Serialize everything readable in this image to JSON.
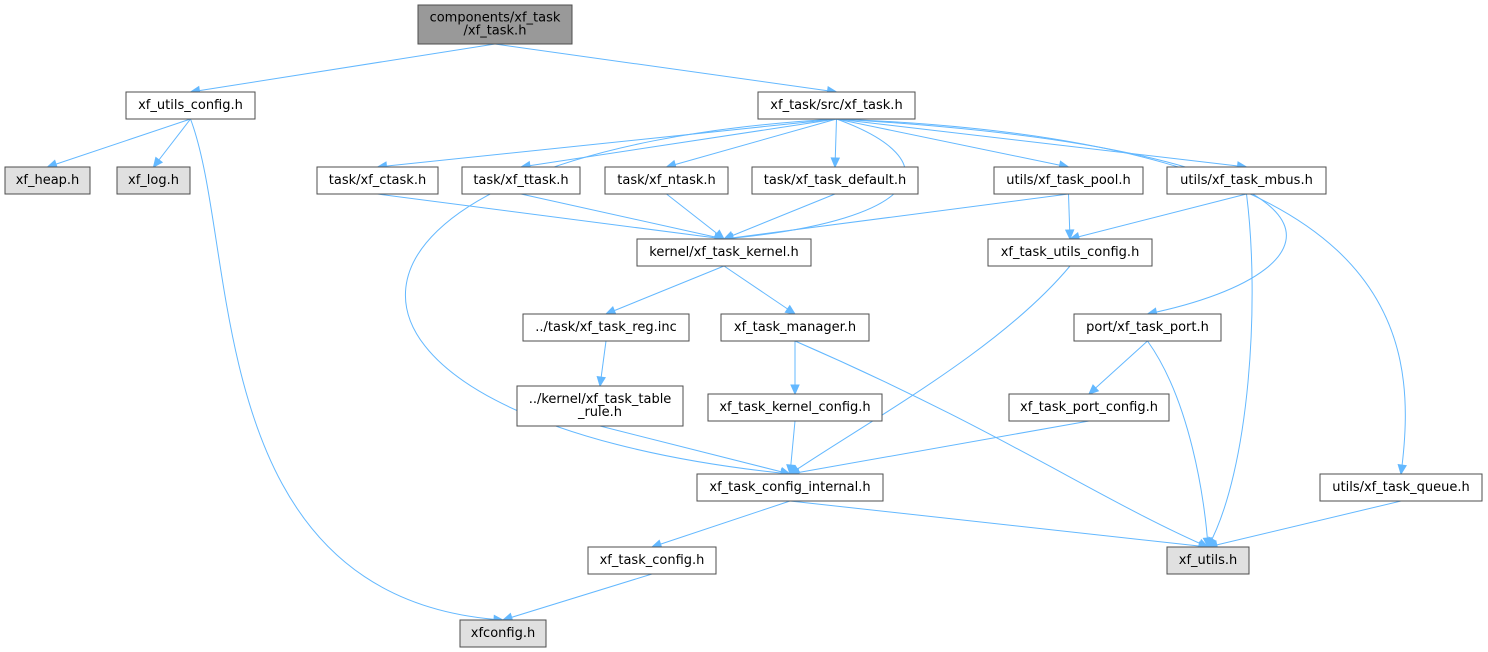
{
  "colors": {
    "edge": "#63b8ff",
    "node_border": "#4d4d4d",
    "node_fill": "#ffffff",
    "root_fill": "#999999",
    "external_fill": "#e0e0e0"
  },
  "nodes": {
    "root": {
      "lines": [
        "components/xf_task",
        "/xf_task.h"
      ],
      "style": "root"
    },
    "utilscfg": {
      "lines": [
        "xf_utils_config.h"
      ],
      "style": "normal"
    },
    "src": {
      "lines": [
        "xf_task/src/xf_task.h"
      ],
      "style": "normal"
    },
    "heap": {
      "lines": [
        "xf_heap.h"
      ],
      "style": "external"
    },
    "log": {
      "lines": [
        "xf_log.h"
      ],
      "style": "external"
    },
    "ctask": {
      "lines": [
        "task/xf_ctask.h"
      ],
      "style": "normal"
    },
    "ttask": {
      "lines": [
        "task/xf_ttask.h"
      ],
      "style": "normal"
    },
    "ntask": {
      "lines": [
        "task/xf_ntask.h"
      ],
      "style": "normal"
    },
    "tdefault": {
      "lines": [
        "task/xf_task_default.h"
      ],
      "style": "normal"
    },
    "pool": {
      "lines": [
        "utils/xf_task_pool.h"
      ],
      "style": "normal"
    },
    "mbus": {
      "lines": [
        "utils/xf_task_mbus.h"
      ],
      "style": "normal"
    },
    "kernel": {
      "lines": [
        "kernel/xf_task_kernel.h"
      ],
      "style": "normal"
    },
    "tucfg": {
      "lines": [
        "xf_task_utils_config.h"
      ],
      "style": "normal"
    },
    "reg": {
      "lines": [
        "../task/xf_task_reg.inc"
      ],
      "style": "normal"
    },
    "manager": {
      "lines": [
        "xf_task_manager.h"
      ],
      "style": "normal"
    },
    "port": {
      "lines": [
        "port/xf_task_port.h"
      ],
      "style": "normal"
    },
    "table": {
      "lines": [
        "../kernel/xf_task_table",
        "_rule.h"
      ],
      "style": "normal"
    },
    "kcfg": {
      "lines": [
        "xf_task_kernel_config.h"
      ],
      "style": "normal"
    },
    "portcfg": {
      "lines": [
        "xf_task_port_config.h"
      ],
      "style": "normal"
    },
    "cfginternal": {
      "lines": [
        "xf_task_config_internal.h"
      ],
      "style": "normal"
    },
    "queue": {
      "lines": [
        "utils/xf_task_queue.h"
      ],
      "style": "normal"
    },
    "utils": {
      "lines": [
        "xf_utils.h"
      ],
      "style": "external"
    },
    "taskcfg": {
      "lines": [
        "xf_task_config.h"
      ],
      "style": "normal"
    },
    "xfconfig": {
      "lines": [
        "xfconfig.h"
      ],
      "style": "external"
    }
  },
  "edges": [
    [
      "root",
      "utilscfg"
    ],
    [
      "root",
      "src"
    ],
    [
      "utilscfg",
      "heap"
    ],
    [
      "utilscfg",
      "log"
    ],
    [
      "utilscfg",
      "xfconfig"
    ],
    [
      "src",
      "ctask"
    ],
    [
      "src",
      "ttask"
    ],
    [
      "src",
      "ntask"
    ],
    [
      "src",
      "tdefault"
    ],
    [
      "src",
      "kernel"
    ],
    [
      "src",
      "pool"
    ],
    [
      "src",
      "mbus"
    ],
    [
      "src",
      "port"
    ],
    [
      "src",
      "queue"
    ],
    [
      "src",
      "cfginternal"
    ],
    [
      "ctask",
      "kernel"
    ],
    [
      "ttask",
      "kernel"
    ],
    [
      "ntask",
      "kernel"
    ],
    [
      "tdefault",
      "kernel"
    ],
    [
      "pool",
      "kernel"
    ],
    [
      "pool",
      "tucfg"
    ],
    [
      "mbus",
      "tucfg"
    ],
    [
      "mbus",
      "utils"
    ],
    [
      "kernel",
      "reg"
    ],
    [
      "kernel",
      "manager"
    ],
    [
      "reg",
      "table"
    ],
    [
      "table",
      "cfginternal"
    ],
    [
      "manager",
      "kcfg"
    ],
    [
      "manager",
      "utils"
    ],
    [
      "kcfg",
      "cfginternal"
    ],
    [
      "tucfg",
      "cfginternal"
    ],
    [
      "port",
      "portcfg"
    ],
    [
      "port",
      "utils"
    ],
    [
      "portcfg",
      "cfginternal"
    ],
    [
      "cfginternal",
      "taskcfg"
    ],
    [
      "cfginternal",
      "utils"
    ],
    [
      "queue",
      "utils"
    ],
    [
      "taskcfg",
      "xfconfig"
    ]
  ]
}
